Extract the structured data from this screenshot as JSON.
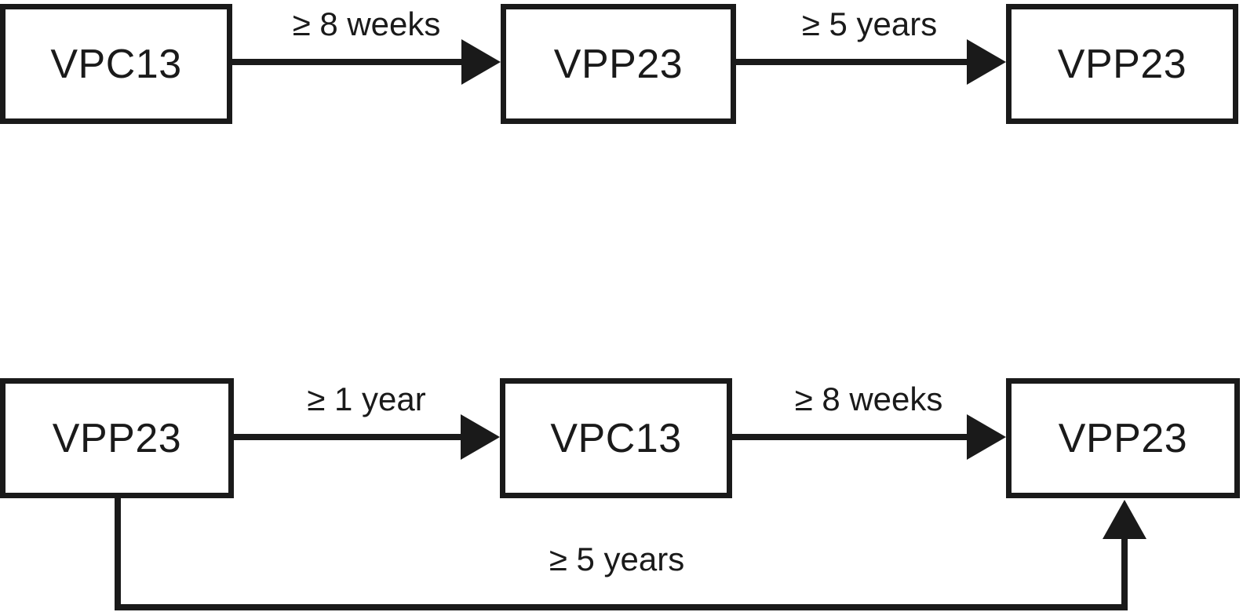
{
  "colors": {
    "ink": "#1a1a1a",
    "background": "#ffffff"
  },
  "diagram": {
    "top_sequence": {
      "boxes": [
        {
          "label": "VPC13"
        },
        {
          "label": "VPP23"
        },
        {
          "label": "VPP23"
        }
      ],
      "arrows": [
        {
          "label": "≥ 8 weeks"
        },
        {
          "label": "≥ 5 years"
        }
      ]
    },
    "bottom_sequence": {
      "boxes": [
        {
          "label": "VPP23"
        },
        {
          "label": "VPC13"
        },
        {
          "label": "VPP23"
        }
      ],
      "arrows": [
        {
          "label": "≥ 1 year"
        },
        {
          "label": "≥ 8 weeks"
        }
      ]
    },
    "loop_arrow": {
      "label": "≥ 5 years"
    }
  }
}
